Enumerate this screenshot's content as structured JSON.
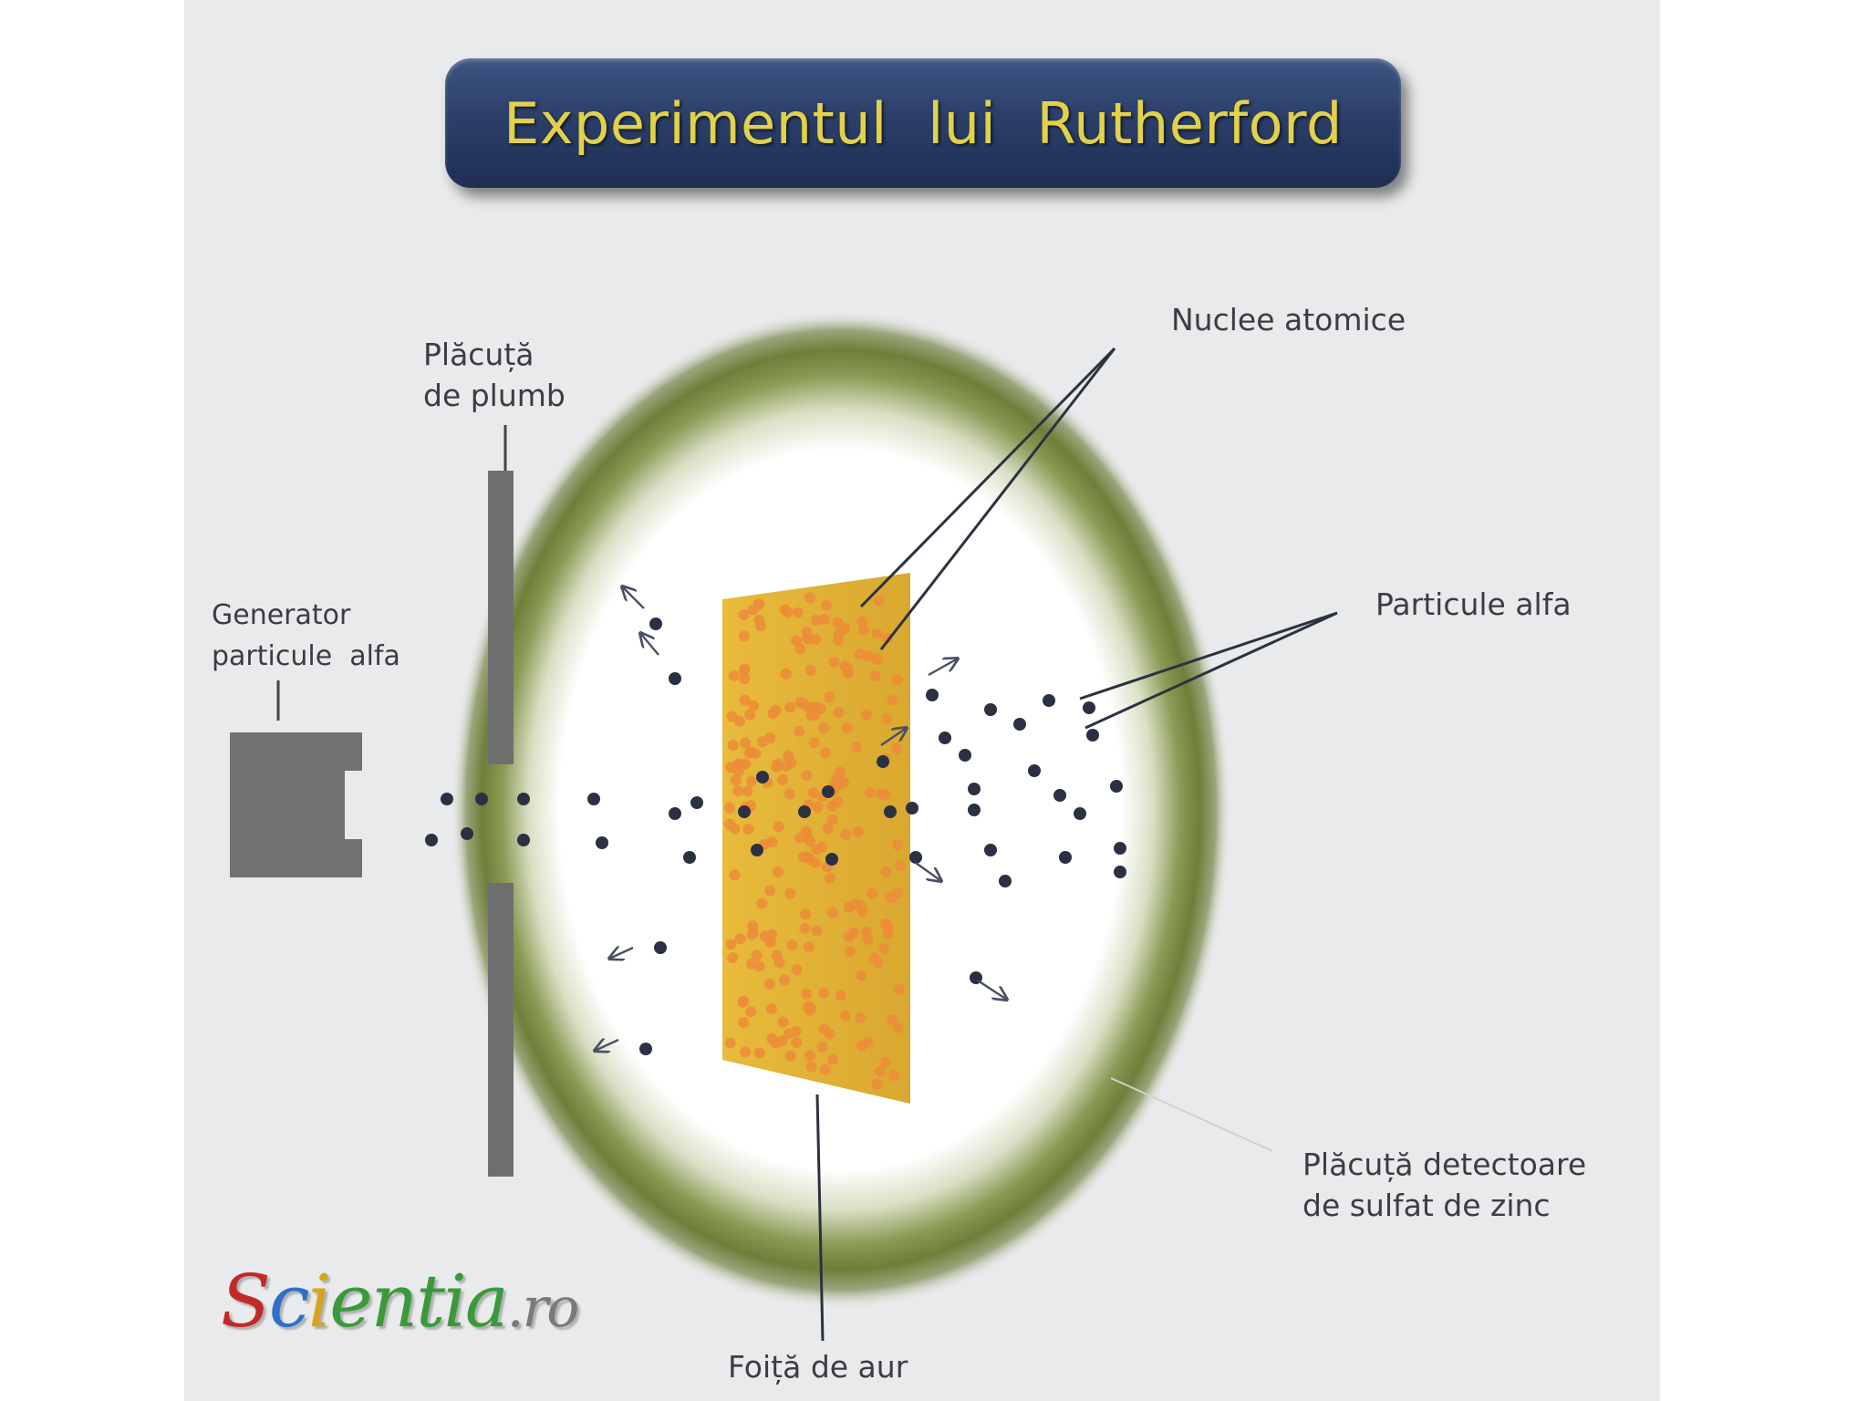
{
  "title": "Experimentul lui Rutherford",
  "labels": {
    "lead_plate": [
      "Plăcuță",
      "de plumb"
    ],
    "generator": [
      "Generator",
      "particule  alfa"
    ],
    "nuclei": "Nuclee atomice",
    "alpha_particles": "Particule alfa",
    "detector": [
      "Plăcuță detectoare",
      "de sulfat de zinc"
    ],
    "gold_foil": "Foiță de aur"
  },
  "logo": {
    "part1": "S",
    "part2": "c",
    "part3": "i",
    "part4": "entia",
    "part5": ".ro"
  },
  "colors": {
    "detector_ring": "#6e7f3a",
    "gold_foil": "#e3b43a",
    "nuclei_dots": "#ec8c3a",
    "particles": "#2b3142",
    "lead_plate": "#6f6f6f",
    "generator": "#727272",
    "title_text": "#e2d14a",
    "title_banner": "#2b3f69"
  },
  "icons": [
    "arrow-icon"
  ]
}
